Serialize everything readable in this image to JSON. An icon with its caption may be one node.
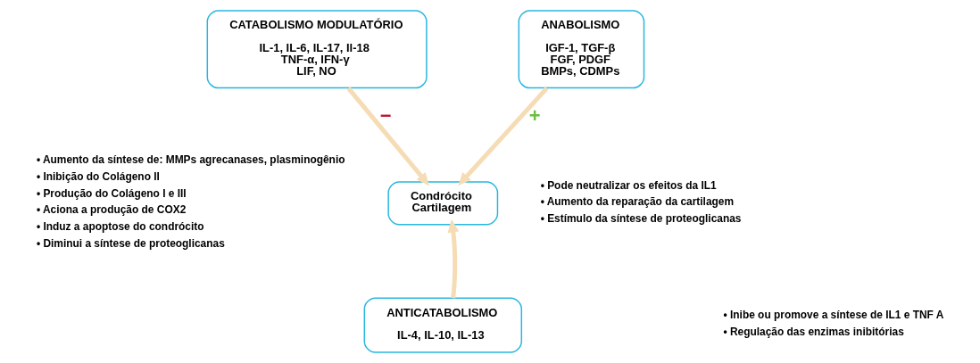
{
  "diagram": {
    "nodes": [
      {
        "text": [
          "CATABOLISMO MODULATÓRIO",
          "IL-1, IL-6, IL-17, Il-18",
          "TNF-α, IFN-γ",
          "LIF, NO"
        ],
        "beside": [
          "• Aumento da síntese de: MMPs agrecanases, plasminogênio",
          "• Inibição do Colágeno II",
          "• Produção do Colágeno I e III",
          "• Aciona a produção de COX2",
          "• Induz a apoptose do condrócito",
          "• Diminui a síntese de proteoglicanas"
        ]
      },
      {
        "text": [
          "ANABOLISMO",
          "IGF-1, TGF-β",
          "FGF, PDGF",
          "BMPs, CDMPs"
        ],
        "beside": [
          "• Pode neutralizar os efeitos da IL1",
          "• Aumento da reparação da cartilagem",
          "• Estímulo da síntese de proteoglicanas"
        ]
      },
      {
        "text": [
          "Condrócito",
          "Cartilagem"
        ]
      },
      {
        "text": [
          "ANTICATABOLISMO",
          "IL-4, IL-10, IL-13"
        ],
        "beside": [
          "• Inibe ou promove a síntese de IL1 e TNF A",
          "• Regulação das enzimas inibitórias"
        ]
      }
    ],
    "edges": [
      {
        "from": 0,
        "to": 2,
        "arrow": "to",
        "label": "−"
      },
      {
        "from": 1,
        "to": 2,
        "arrow": "to",
        "label": "+"
      },
      {
        "from": 3,
        "to": 2,
        "arrow": "to"
      }
    ]
  }
}
